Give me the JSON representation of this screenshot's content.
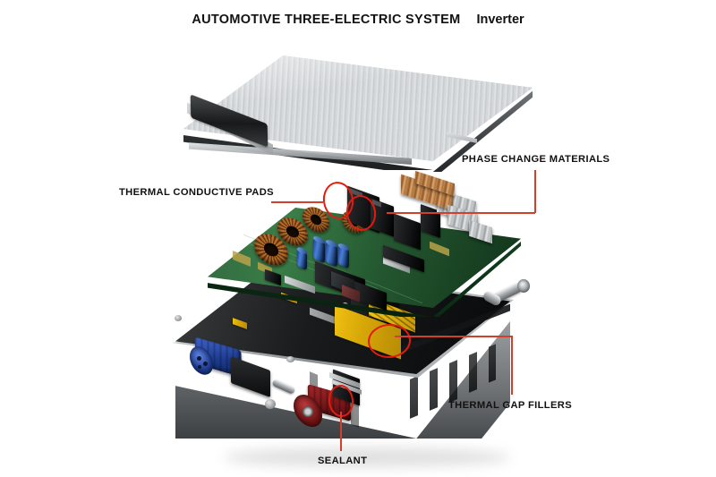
{
  "header": {
    "title": "AUTOMOTIVE THREE-ELECTRIC SYSTEM",
    "subtitle": "Inverter"
  },
  "diagram": {
    "type": "exploded-assembly",
    "subject": "Automotive inverter (power electronics unit)",
    "layers": [
      {
        "id": "top-cover",
        "name": "Aluminum top cover plate",
        "material": "brushed aluminum",
        "color": "#cfd3d5"
      },
      {
        "id": "pcb",
        "name": "Control / power PCB assembly",
        "material": "green FR4 circuit board",
        "color": "#1f5c2e"
      },
      {
        "id": "housing",
        "name": "Cast aluminum housing with coolant port",
        "material": "aluminum casting",
        "color": "#8d9193"
      }
    ],
    "components": [
      {
        "id": "toroidal-inductor",
        "name": "Copper toroidal inductor",
        "color": "#b9702c"
      },
      {
        "id": "blue-capacitor",
        "name": "Blue film capacitor",
        "color": "#2a52a8"
      },
      {
        "id": "copper-heatsink",
        "name": "Copper finned heatsink",
        "color": "#c98a52"
      },
      {
        "id": "blue-connector",
        "name": "Blue high-voltage connector",
        "color": "#1d3b90"
      },
      {
        "id": "red-connector",
        "name": "Red high-voltage connector",
        "color": "#8d1f22"
      },
      {
        "id": "coolant-port",
        "name": "Chrome coolant port",
        "color": "#a9adaf"
      },
      {
        "id": "gap-filler-pad",
        "name": "Yellow thermal gap filler pad",
        "color": "#e8bb10"
      }
    ]
  },
  "callouts": [
    {
      "id": "thermal-conductive-pads",
      "label": "THERMAL CONDUCTIVE PADS",
      "leader_color": "#d0402c",
      "leader_style": "horizontal",
      "points_to": "capacitor / module interface on PCB"
    },
    {
      "id": "phase-change-materials",
      "label": "PHASE CHANGE MATERIALS",
      "leader_color": "#d0402c",
      "leader_style": "elbow",
      "points_to": "copper finned heatsink on PCB"
    },
    {
      "id": "thermal-gap-fillers",
      "label": "THERMAL GAP FILLERS",
      "leader_color": "#d0402c",
      "leader_style": "elbow",
      "points_to": "yellow pad inside housing"
    },
    {
      "id": "sealant",
      "label": "SEALANT",
      "leader_color": "#d0402c",
      "leader_style": "vertical",
      "points_to": "housing seam near red connector"
    }
  ],
  "annotations": {
    "circle_color": "#e01b10",
    "circles": [
      {
        "id": "circle-pcb-left",
        "target": "thermal conductive pad location 1"
      },
      {
        "id": "circle-pcb-right",
        "target": "thermal conductive pad location 2"
      },
      {
        "id": "circle-gap-filler",
        "target": "thermal gap filler pad"
      },
      {
        "id": "circle-sealant",
        "target": "housing sealant seam"
      }
    ]
  }
}
